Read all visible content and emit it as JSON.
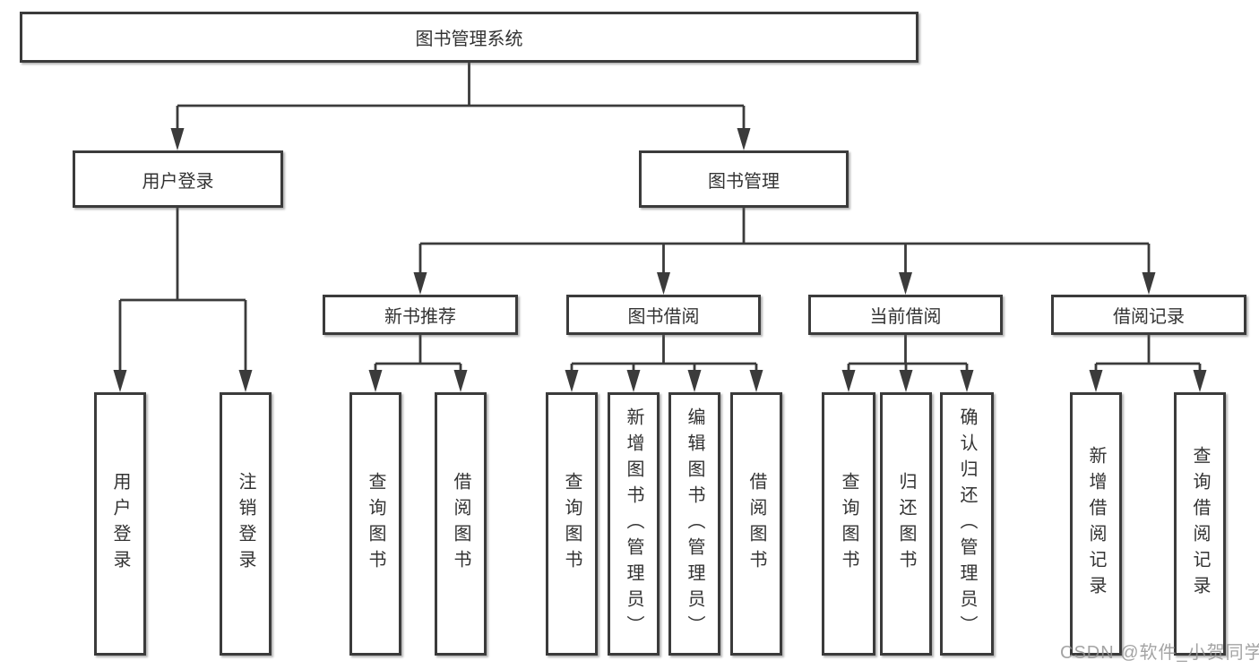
{
  "diagram": {
    "title": "图书管理系统"
  },
  "nodes": {
    "root": "图书管理系统",
    "user_login": "用户登录",
    "book_mgmt": "图书管理",
    "login": "用户登录",
    "logout": "注销登录",
    "new_book_rec": "新书推荐",
    "book_borrow": "图书借阅",
    "current_borrow": "当前借阅",
    "borrow_record": "借阅记录",
    "query_book": "查询图书",
    "borrow_book": "借阅图书",
    "add_book": "新增图书（管理员）",
    "edit_book": "编辑图书（管理员）",
    "return_book": "归还图书",
    "confirm_return": "确认归还（管理员）",
    "add_borrow_record": "新增借阅记录",
    "query_borrow_record": "查询借阅记录"
  },
  "watermark": "CSDN @软件_小贺同学",
  "colors": {
    "line": "#3b3b3b",
    "text": "#333333",
    "background": "#ffffff",
    "watermark": "#949494"
  }
}
